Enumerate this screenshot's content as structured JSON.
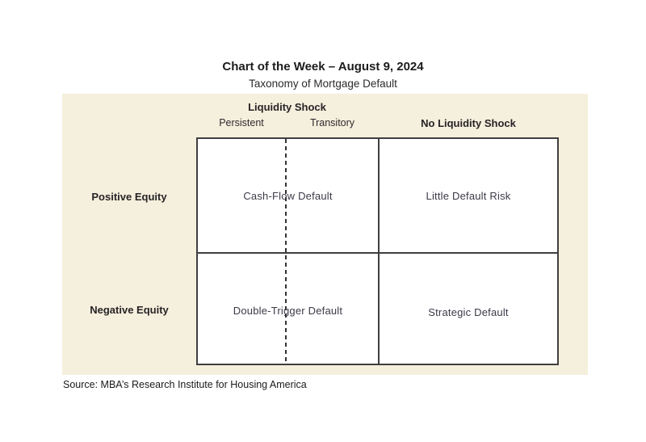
{
  "header": {
    "title": "Chart of the Week – August 9, 2024",
    "subtitle": "Taxonomy of Mortgage Default"
  },
  "chart_data": {
    "type": "table",
    "title": "Taxonomy of Mortgage Default",
    "column_groups": [
      {
        "label": "Liquidity Shock",
        "sub_columns": [
          "Persistent",
          "Transitory"
        ]
      },
      {
        "label": "No Liquidity Shock",
        "sub_columns": []
      }
    ],
    "row_labels": [
      "Positive Equity",
      "Negative Equity"
    ],
    "cells": [
      [
        "Cash-Flow Default",
        "Little Default Risk"
      ],
      [
        "Double-Trigger Default",
        "Strategic Default"
      ]
    ],
    "layout_hints": {
      "grid": "2x2 matrix with solid borders",
      "dashed_divider": "vertical dashed line splits the Liquidity Shock column between Persistent and Transitory"
    }
  },
  "source": {
    "text": "Source: MBA’s Research Institute for Housing America"
  },
  "colors": {
    "panel_background": "#f5efdd",
    "grid_line": "#3f3f3f",
    "dashed_line": "#333333",
    "cell_text": "#3d3947",
    "heading_text": "#262326"
  }
}
